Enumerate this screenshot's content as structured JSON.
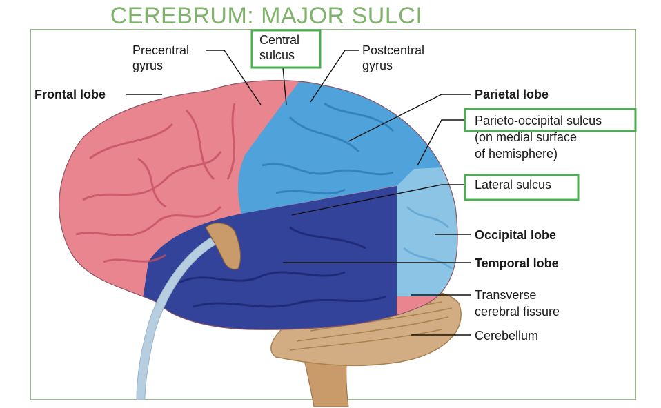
{
  "title": "CEREBRUM: MAJOR SULCI",
  "colors": {
    "title": "#7fb26a",
    "highlight_box": "#4caf50",
    "frontal_lobe": "#e8858f",
    "parietal_lobe": "#4fa3da",
    "temporal_lobe": "#33439a",
    "occipital_lobe": "#8cc4e6",
    "cerebellum": "#d2ad83"
  },
  "labels": {
    "precentral_gyrus": [
      "Precentral",
      "gyrus"
    ],
    "central_sulcus": [
      "Central",
      "sulcus"
    ],
    "postcentral_gyrus": [
      "Postcentral",
      "gyrus"
    ],
    "frontal_lobe": "Frontal lobe",
    "parietal_lobe": "Parietal lobe",
    "parieto_occipital_sulcus": [
      "Parieto-occipital sulcus",
      "(on medial surface",
      "of hemisphere)"
    ],
    "lateral_sulcus": "Lateral sulcus",
    "occipital_lobe": "Occipital lobe",
    "temporal_lobe": "Temporal lobe",
    "transverse_cerebral_fissure": [
      "Transverse",
      "cerebral fissure"
    ],
    "cerebellum": "Cerebellum"
  }
}
